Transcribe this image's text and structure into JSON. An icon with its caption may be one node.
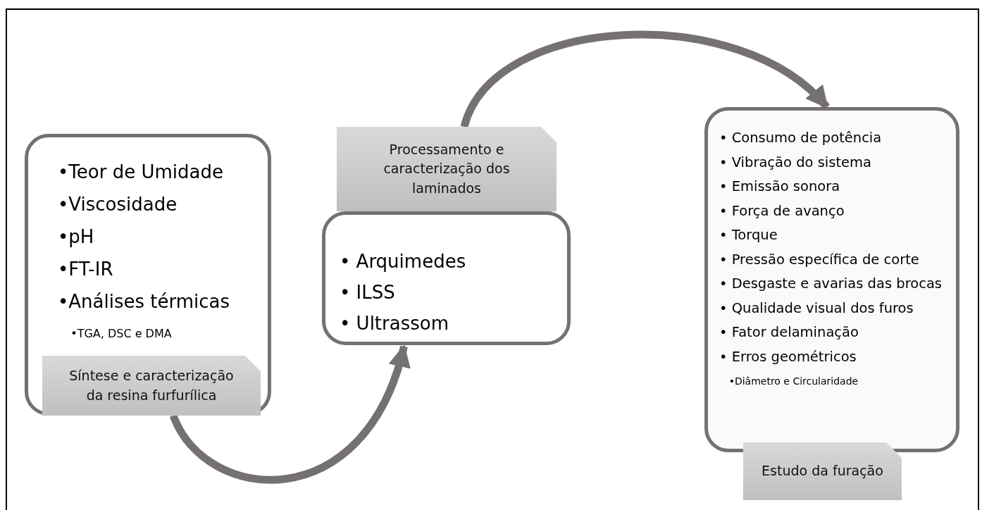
{
  "diagram": {
    "nodes": [
      {
        "text": [
          "•Teor de Umidade",
          "•Viscosidade",
          "•pH",
          "•FT-IR",
          "•Análises térmicas",
          "•TGA, DSC e DMA"
        ]
      },
      {
        "text": [
          "Síntese e caracterização da resina furfurílica"
        ],
        "in": 0
      },
      {
        "text": [
          "Processamento e caracterização dos laminados"
        ]
      },
      {
        "text": [
          "• Arquimedes",
          "• ILSS",
          "• Ultrassom"
        ]
      },
      {
        "text": [
          "• Consumo de potência",
          "• Vibração do sistema",
          "• Emissão sonora",
          "• Força de avanço",
          "• Torque",
          "• Pressão específica de corte",
          "• Desgaste e avarias das brocas",
          "• Qualidade visual dos furos",
          "• Fator delaminação",
          "• Erros geométricos",
          "•Diâmetro e Circularidade"
        ]
      },
      {
        "text": [
          "Estudo da furação"
        ]
      }
    ],
    "edges": [
      {
        "from": 1,
        "to": 3,
        "arrow": "to"
      },
      {
        "from": 2,
        "to": 4,
        "arrow": "to"
      }
    ]
  }
}
